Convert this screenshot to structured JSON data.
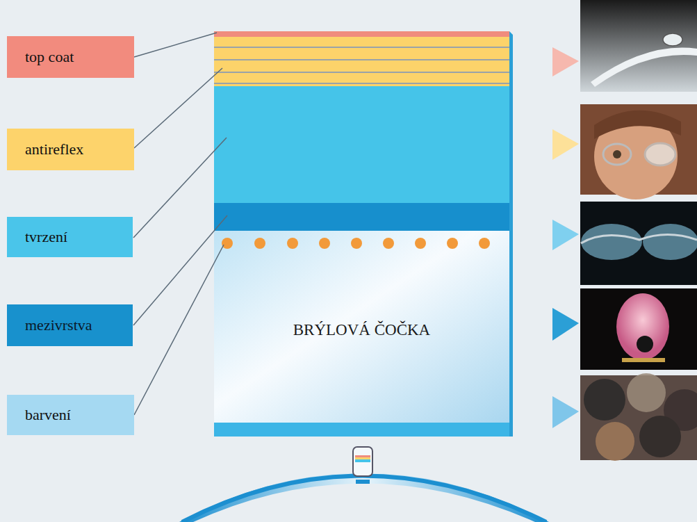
{
  "diagram": {
    "nodes": [
      {
        "text": [
          "top coat"
        ]
      },
      {
        "text": [
          "antireflex"
        ]
      },
      {
        "text": [
          "tvrzení"
        ]
      },
      {
        "text": [
          "mezivrstva"
        ]
      },
      {
        "text": [
          "barvení"
        ]
      },
      {
        "text": [
          "BRÝLOVÁ ČOČKA"
        ]
      }
    ]
  }
}
